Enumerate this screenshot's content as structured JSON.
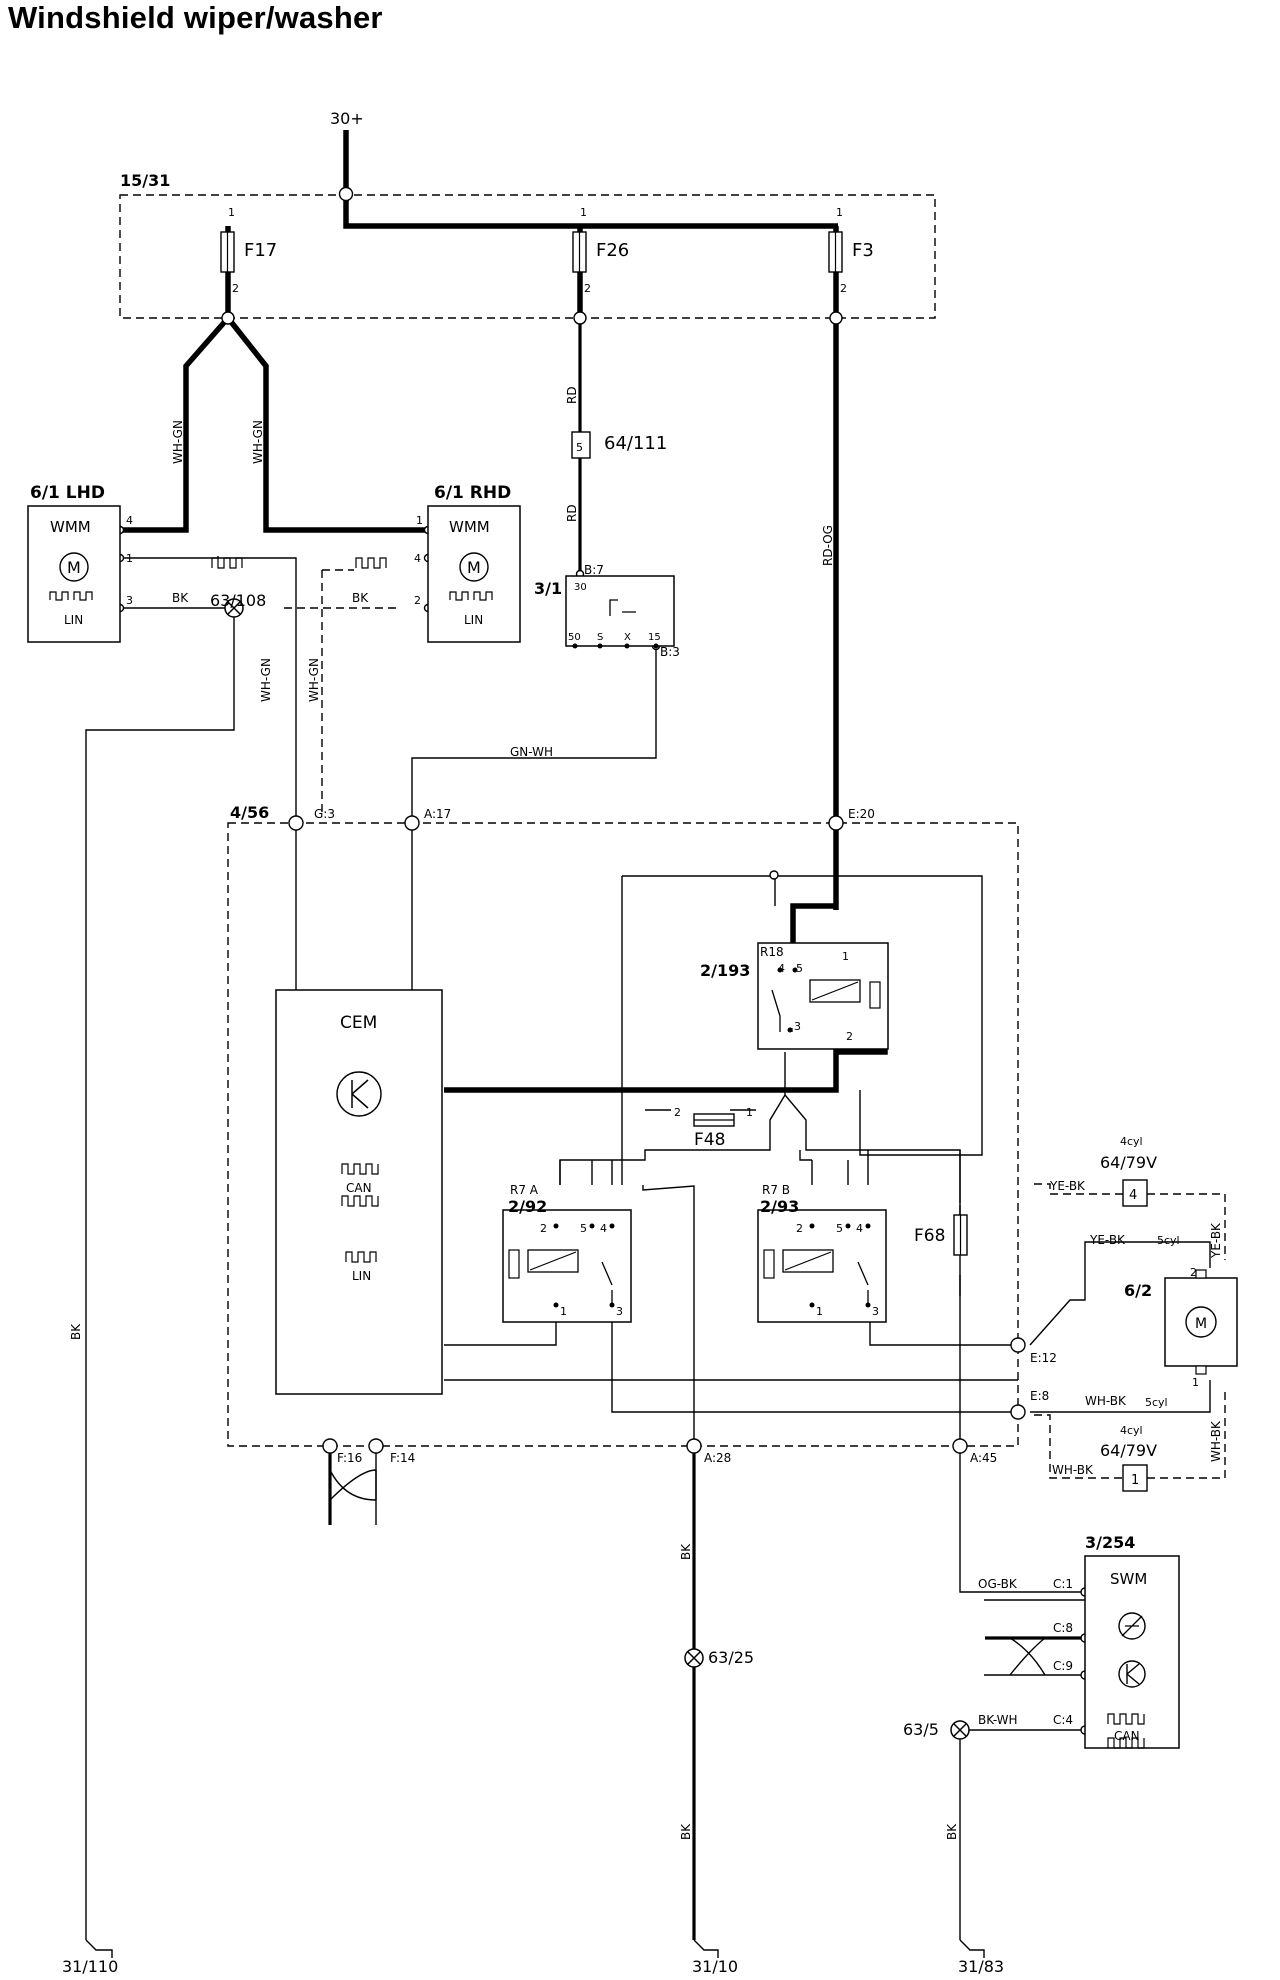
{
  "title": "Windshield wiper/washer",
  "supply": "30+",
  "blocks": {
    "fusebox": "15/31",
    "wmm_lhd": "6/1 LHD",
    "wmm_rhd": "6/1 RHD",
    "ignition": "3/1",
    "cem_box": "4/56",
    "washer_pump": "6/2",
    "swm": "3/254"
  },
  "fuses": {
    "f17": "F17",
    "f26": "F26",
    "f3": "F3",
    "f48": "F48",
    "f68": "F68"
  },
  "components": {
    "wmm": "WMM",
    "motor": "M",
    "lin": "LIN",
    "can": "CAN",
    "cem": "CEM",
    "swm": "SWM",
    "r18_name": "R18",
    "r18_id": "2/193",
    "r7a_name": "R7 A",
    "r7a_id": "2/92",
    "r7b_name": "R7 B",
    "r7b_id": "2/93"
  },
  "splices": {
    "s64_111": "64/111",
    "s63_108": "63/108",
    "s63_25": "63/25",
    "s63_5": "63/5",
    "s64_79v_top": "64/79V",
    "s64_79v_bot": "64/79V",
    "cyl4_top": "4cyl",
    "cyl4_bot": "4cyl",
    "cyl5_top": "5cyl",
    "cyl5_bot": "5cyl"
  },
  "wire_colors": {
    "wh_gn_1": "WH-GN",
    "wh_gn_2": "WH-GN",
    "wh_gn_3": "WH-GN",
    "wh_gn_4": "WH-GN",
    "rd_1": "RD",
    "rd_2": "RD",
    "rd_og": "RD-OG",
    "bk_1": "BK",
    "bk_2": "BK",
    "bk_3": "BK",
    "bk_4": "BK",
    "bk_5": "BK",
    "gn_wh": "GN-WH",
    "ye_bk_1": "YE-BK",
    "ye_bk_2": "YE-BK",
    "ye_bk_3": "YE-BK",
    "wh_bk_1": "WH-BK",
    "wh_bk_2": "WH-BK",
    "wh_bk_3": "WH-BK",
    "og_bk": "OG-BK",
    "bk_wh": "BK-WH"
  },
  "connectors": {
    "g3": "G:3",
    "a17": "A:17",
    "e20": "E:20",
    "e12": "E:12",
    "e8": "E:8",
    "f16": "F:16",
    "f14": "F:14",
    "a28": "A:28",
    "a45": "A:45",
    "c1": "C:1",
    "c8": "C:8",
    "c9": "C:9",
    "c4": "C:4",
    "b7": "B:7",
    "b3": "B:3"
  },
  "ignition_pins": {
    "p30": "30",
    "p50": "50",
    "ps": "S",
    "px": "X",
    "p15": "15"
  },
  "grounds": {
    "g110": "31/110",
    "g10": "31/10",
    "g83": "31/83"
  },
  "pins": {
    "one": "1",
    "two": "2",
    "three": "3",
    "four": "4",
    "five": "5"
  }
}
